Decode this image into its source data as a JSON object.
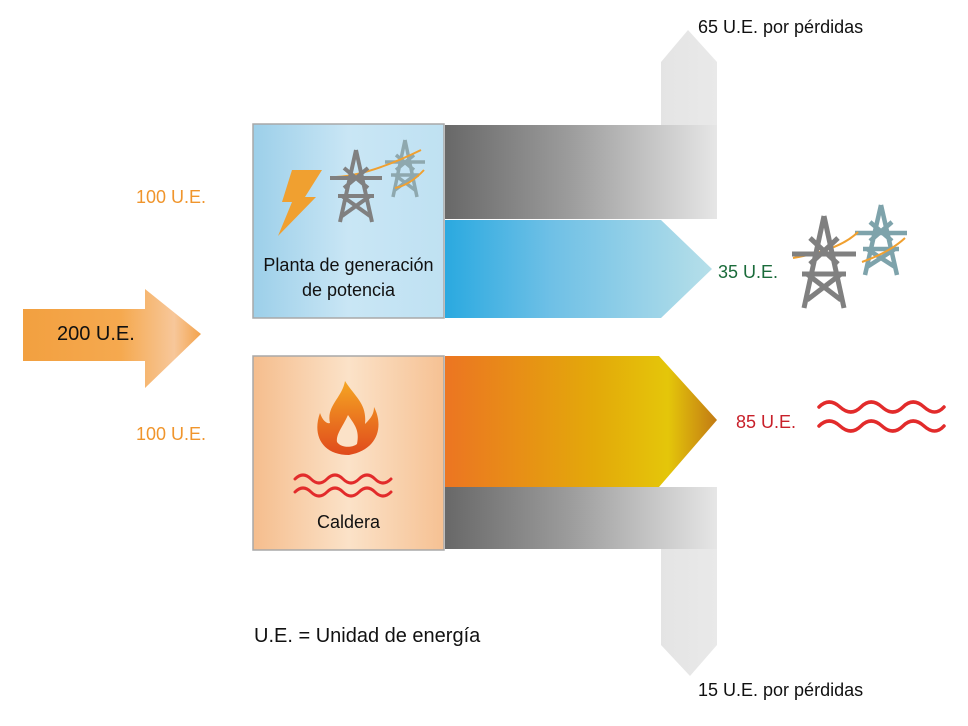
{
  "diagram": {
    "title": "",
    "input": {
      "label": "200 U.E.",
      "value": 200
    },
    "branches": [
      {
        "id": "power-plant",
        "input_label": "100 U.E.",
        "input_value": 100,
        "box_label_line1": "Planta de generación",
        "box_label_line2": "de potencia",
        "useful_label": "35 U.E.",
        "useful_value": 35,
        "loss_label": "65 U.E. por pérdidas",
        "loss_value": 65
      },
      {
        "id": "boiler",
        "input_label": "100 U.E.",
        "input_value": 100,
        "box_label": "Caldera",
        "useful_label": "85 U.E.",
        "useful_value": 85,
        "loss_label": "15 U.E. por pérdidas",
        "loss_value": 15
      }
    ],
    "legend": "U.E. = Unidad de energía",
    "icons": {
      "power_plant": [
        "lightning-bolt-icon",
        "power-tower-icon"
      ],
      "power_output": "power-tower-icon",
      "boiler": [
        "flame-icon",
        "heat-waves-icon"
      ],
      "heat_output": "heat-waves-icon"
    },
    "colors": {
      "input_label": "#f0952c",
      "electricity_label": "#1a6b3a",
      "heat_label": "#c8202a",
      "loss_label": "#111111",
      "electric_flow": "#2aa9e0",
      "heat_flow": "#ee7722",
      "loss_flow": "#777777"
    }
  }
}
